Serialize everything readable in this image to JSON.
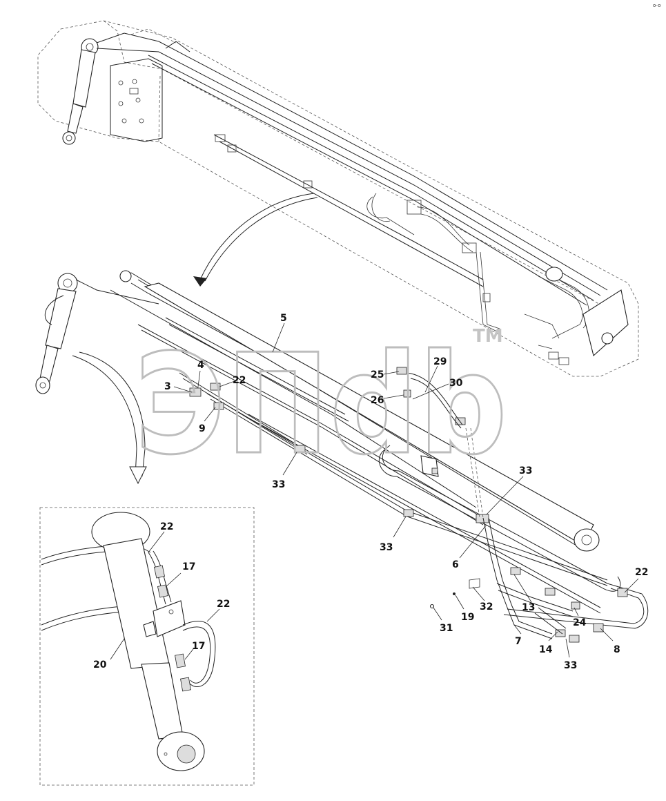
{
  "watermark": {
    "text": "ЭПdb",
    "tm": "TM"
  },
  "corner_mark": "o-o",
  "callouts": [
    {
      "id": "c5",
      "text": "5"
    },
    {
      "id": "c4",
      "text": "4"
    },
    {
      "id": "c3",
      "text": "3"
    },
    {
      "id": "c22a",
      "text": "22"
    },
    {
      "id": "c9",
      "text": "9"
    },
    {
      "id": "c25",
      "text": "25"
    },
    {
      "id": "c29",
      "text": "29"
    },
    {
      "id": "c30",
      "text": "30"
    },
    {
      "id": "c26",
      "text": "26"
    },
    {
      "id": "c33a",
      "text": "33"
    },
    {
      "id": "c33b",
      "text": "33"
    },
    {
      "id": "c33c",
      "text": "33"
    },
    {
      "id": "c6",
      "text": "6"
    },
    {
      "id": "c22b",
      "text": "22"
    },
    {
      "id": "c32",
      "text": "32"
    },
    {
      "id": "c13",
      "text": "13"
    },
    {
      "id": "c19",
      "text": "19"
    },
    {
      "id": "c31",
      "text": "31"
    },
    {
      "id": "c24",
      "text": "24"
    },
    {
      "id": "c7",
      "text": "7"
    },
    {
      "id": "c14",
      "text": "14"
    },
    {
      "id": "c8",
      "text": "8"
    },
    {
      "id": "c33d",
      "text": "33"
    },
    {
      "id": "c22c",
      "text": "22"
    },
    {
      "id": "c17a",
      "text": "17"
    },
    {
      "id": "c22d",
      "text": "22"
    },
    {
      "id": "c17b",
      "text": "17"
    },
    {
      "id": "c20",
      "text": "20"
    }
  ]
}
